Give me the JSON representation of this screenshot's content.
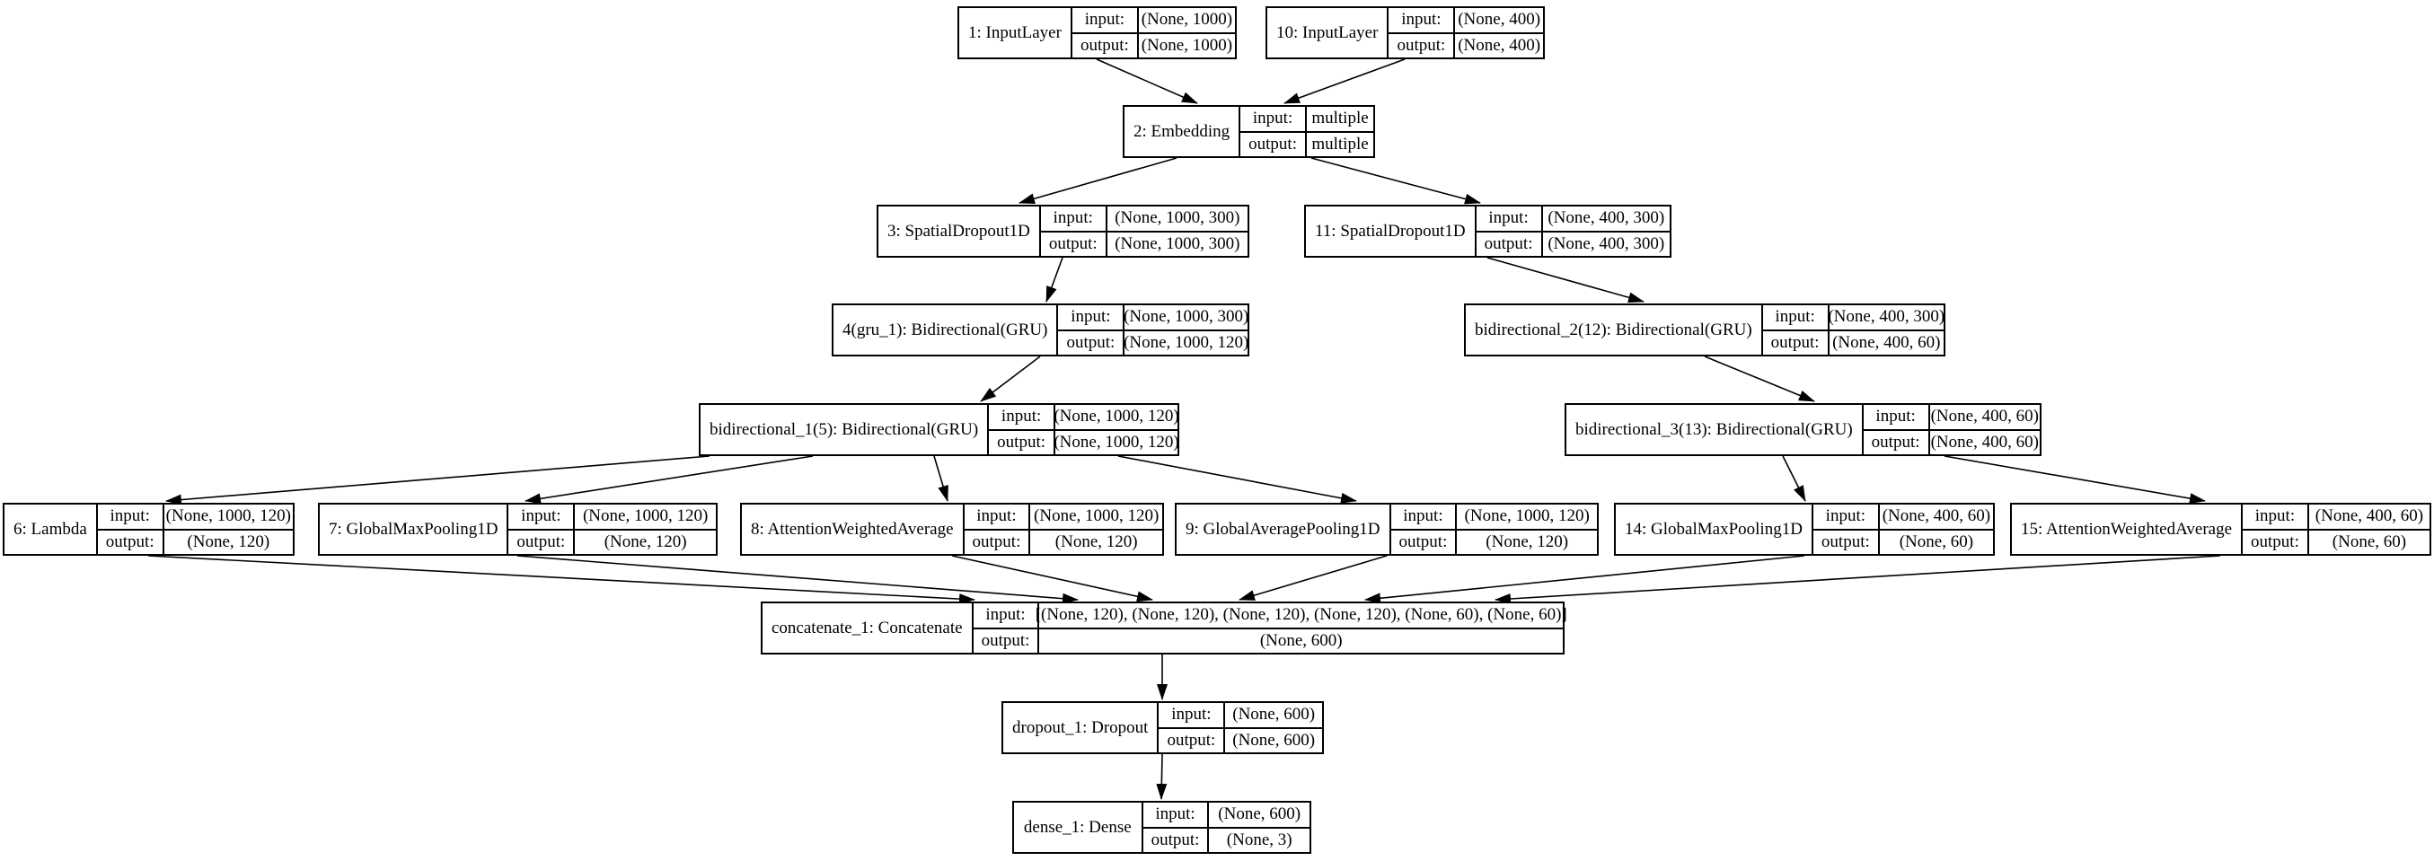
{
  "labels": {
    "input": "input:",
    "output": "output:"
  },
  "nodes": {
    "n1": {
      "label": "1: InputLayer",
      "input": "(None, 1000)",
      "output": "(None, 1000)"
    },
    "n10": {
      "label": "10: InputLayer",
      "input": "(None, 400)",
      "output": "(None, 400)"
    },
    "n2": {
      "label": "2: Embedding",
      "input": "multiple",
      "output": "multiple"
    },
    "n3": {
      "label": "3: SpatialDropout1D",
      "input": "(None, 1000, 300)",
      "output": "(None, 1000, 300)"
    },
    "n11": {
      "label": "11: SpatialDropout1D",
      "input": "(None, 400, 300)",
      "output": "(None, 400, 300)"
    },
    "n4": {
      "label": "4(gru_1): Bidirectional(GRU)",
      "input": "(None, 1000, 300)",
      "output": "(None, 1000, 120)"
    },
    "n12": {
      "label": "bidirectional_2(12): Bidirectional(GRU)",
      "input": "(None, 400, 300)",
      "output": "(None, 400, 60)"
    },
    "n5": {
      "label": "bidirectional_1(5): Bidirectional(GRU)",
      "input": "(None, 1000, 120)",
      "output": "(None, 1000, 120)"
    },
    "n13": {
      "label": "bidirectional_3(13): Bidirectional(GRU)",
      "input": "(None, 400, 60)",
      "output": "(None, 400, 60)"
    },
    "n6": {
      "label": "6: Lambda",
      "input": "(None, 1000, 120)",
      "output": "(None, 120)"
    },
    "n7": {
      "label": "7: GlobalMaxPooling1D",
      "input": "(None, 1000, 120)",
      "output": "(None, 120)"
    },
    "n8": {
      "label": "8: AttentionWeightedAverage",
      "input": "(None, 1000, 120)",
      "output": "(None, 120)"
    },
    "n9": {
      "label": "9: GlobalAveragePooling1D",
      "input": "(None, 1000, 120)",
      "output": "(None, 120)"
    },
    "n14": {
      "label": "14: GlobalMaxPooling1D",
      "input": "(None, 400, 60)",
      "output": "(None, 60)"
    },
    "n15": {
      "label": "15: AttentionWeightedAverage",
      "input": "(None, 400, 60)",
      "output": "(None, 60)"
    },
    "concat": {
      "label": "concatenate_1: Concatenate",
      "input": "[(None, 120), (None, 120), (None, 120), (None, 120), (None, 60), (None, 60)]",
      "output": "(None, 600)"
    },
    "dropout": {
      "label": "dropout_1: Dropout",
      "input": "(None, 600)",
      "output": "(None, 600)"
    },
    "dense": {
      "label": "dense_1: Dense",
      "input": "(None, 600)",
      "output": "(None, 3)"
    }
  },
  "edges": [
    {
      "from": "n1",
      "to": "n2"
    },
    {
      "from": "n10",
      "to": "n2"
    },
    {
      "from": "n2",
      "to": "n3"
    },
    {
      "from": "n2",
      "to": "n11"
    },
    {
      "from": "n3",
      "to": "n4"
    },
    {
      "from": "n11",
      "to": "n12"
    },
    {
      "from": "n4",
      "to": "n5"
    },
    {
      "from": "n12",
      "to": "n13"
    },
    {
      "from": "n5",
      "to": "n6"
    },
    {
      "from": "n5",
      "to": "n7"
    },
    {
      "from": "n5",
      "to": "n8"
    },
    {
      "from": "n5",
      "to": "n9"
    },
    {
      "from": "n13",
      "to": "n14"
    },
    {
      "from": "n13",
      "to": "n15"
    },
    {
      "from": "n6",
      "to": "concat"
    },
    {
      "from": "n7",
      "to": "concat"
    },
    {
      "from": "n8",
      "to": "concat"
    },
    {
      "from": "n9",
      "to": "concat"
    },
    {
      "from": "n14",
      "to": "concat"
    },
    {
      "from": "n15",
      "to": "concat"
    },
    {
      "from": "concat",
      "to": "dropout"
    },
    {
      "from": "dropout",
      "to": "dense"
    }
  ],
  "colors": {
    "line": "#000000",
    "background": "#ffffff"
  }
}
